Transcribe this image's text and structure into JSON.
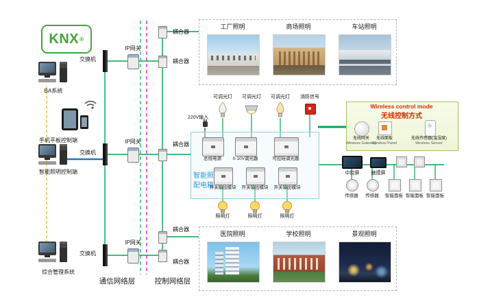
{
  "colors": {
    "bus_green": "#00a651",
    "link_blue": "#2277bb",
    "dash_yellow": "#e2b400",
    "dash_green": "#00b050",
    "dash_magenta": "#d400d4",
    "knx_green": "#43a536",
    "panel_box_blue": "#2e9bd6",
    "wireless_title_red": "#e02800"
  },
  "logo": {
    "text": "KNX",
    "reg": "®"
  },
  "terminals": {
    "ba": "BA系统",
    "mobile": "手机平板控制端",
    "lighting": "智能照明控制端",
    "management": "综合管理系统"
  },
  "network": {
    "switch": "交换机",
    "gateway": "IP网关",
    "coupler": "耦合器"
  },
  "layers": {
    "comm": "通信网络层",
    "ctrl": "控制网络层"
  },
  "top_scenes": [
    {
      "label": "工厂照明"
    },
    {
      "label": "商场照明"
    },
    {
      "label": "车站照明"
    }
  ],
  "bottom_scenes": [
    {
      "label": "医院照明"
    },
    {
      "label": "学校照明"
    },
    {
      "label": "景观照明"
    }
  ],
  "panel_box": {
    "title_line1": "智能照明",
    "title_line2": "配电箱",
    "input_label": "220V输入",
    "row1_modules": [
      {
        "label": "总线电源"
      },
      {
        "label": "0-10V调光器"
      },
      {
        "label": "可控硅调光器"
      }
    ],
    "row2_modules": [
      {
        "label": "开关输出模块"
      },
      {
        "label": "开关输出模块"
      },
      {
        "label": "开关输出模块"
      }
    ],
    "top_loads": [
      {
        "label": "可调光灯"
      },
      {
        "label": "可调光灯"
      },
      {
        "label": "可调光灯"
      },
      {
        "label": "消防信号"
      }
    ],
    "bottom_loads": [
      {
        "label": "照明灯"
      },
      {
        "label": "照明灯"
      },
      {
        "label": "照明灯"
      }
    ]
  },
  "wireless": {
    "title_en": "Wireless control mode",
    "title_zh": "无线控制方式",
    "devices": [
      {
        "zh": "无线网关",
        "en": "Wireless Gateway"
      },
      {
        "zh": "无线面板",
        "en": "Wireless Panel"
      },
      {
        "zh": "无线传感器(温湿度)",
        "en": "Wireless Sensor"
      }
    ]
  },
  "right_devices": {
    "screens": [
      {
        "label": "中控屏"
      },
      {
        "label": "触摸屏"
      }
    ],
    "row": [
      {
        "label": "传感器"
      },
      {
        "label": "传感器"
      },
      {
        "label": "智能面板"
      },
      {
        "label": "智能面板"
      },
      {
        "label": "智能面板"
      }
    ]
  }
}
